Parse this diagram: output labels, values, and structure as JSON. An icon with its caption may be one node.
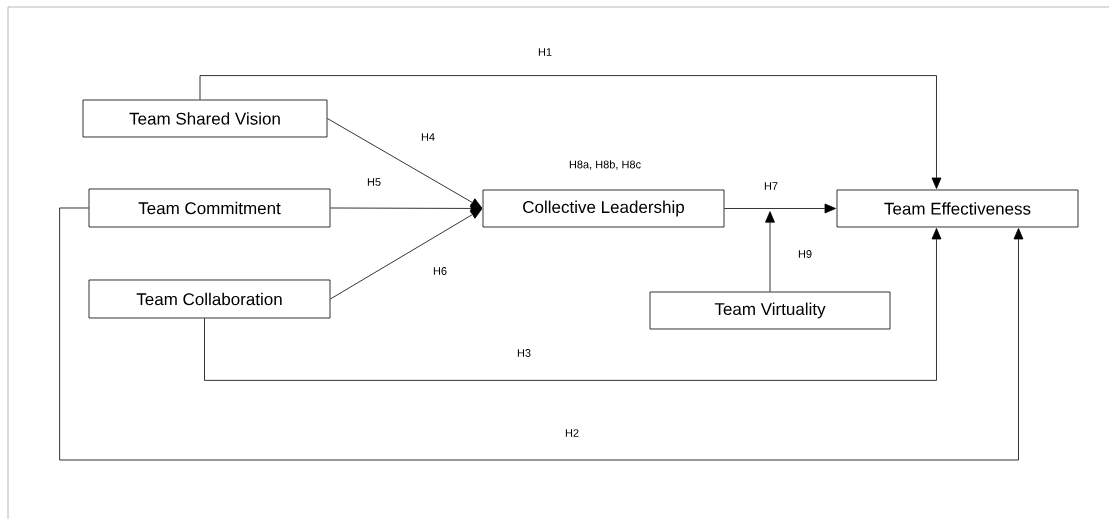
{
  "diagram": {
    "nodes": [
      {
        "text": [
          "Team Shared Vision"
        ]
      },
      {
        "text": [
          "Team Commitment"
        ]
      },
      {
        "text": [
          "Team Collaboration"
        ]
      },
      {
        "text": [
          "Collective Leadership"
        ]
      },
      {
        "text": [
          "Team Virtuality"
        ]
      },
      {
        "text": [
          "Team Effectiveness"
        ]
      }
    ],
    "edges": [
      {
        "from": 0,
        "to": 5,
        "arrow": "to",
        "label": "H1"
      },
      {
        "from": 0,
        "to": 3,
        "arrow": "to",
        "label": "H4"
      },
      {
        "from": 1,
        "to": 3,
        "arrow": "to",
        "label": "H5"
      },
      {
        "from": 2,
        "to": 3,
        "arrow": "to",
        "label": "H6"
      },
      {
        "from": 3,
        "to": 5,
        "arrow": "to",
        "label": "H7"
      },
      {
        "from": 4,
        "to": null,
        "arrow": "to",
        "label": "H9"
      },
      {
        "from": 2,
        "to": 5,
        "arrow": "to",
        "label": "H3"
      },
      {
        "from": 1,
        "to": 5,
        "arrow": "to",
        "label": "H2"
      }
    ],
    "labels": [
      "H8a, H8b, H8c"
    ]
  }
}
